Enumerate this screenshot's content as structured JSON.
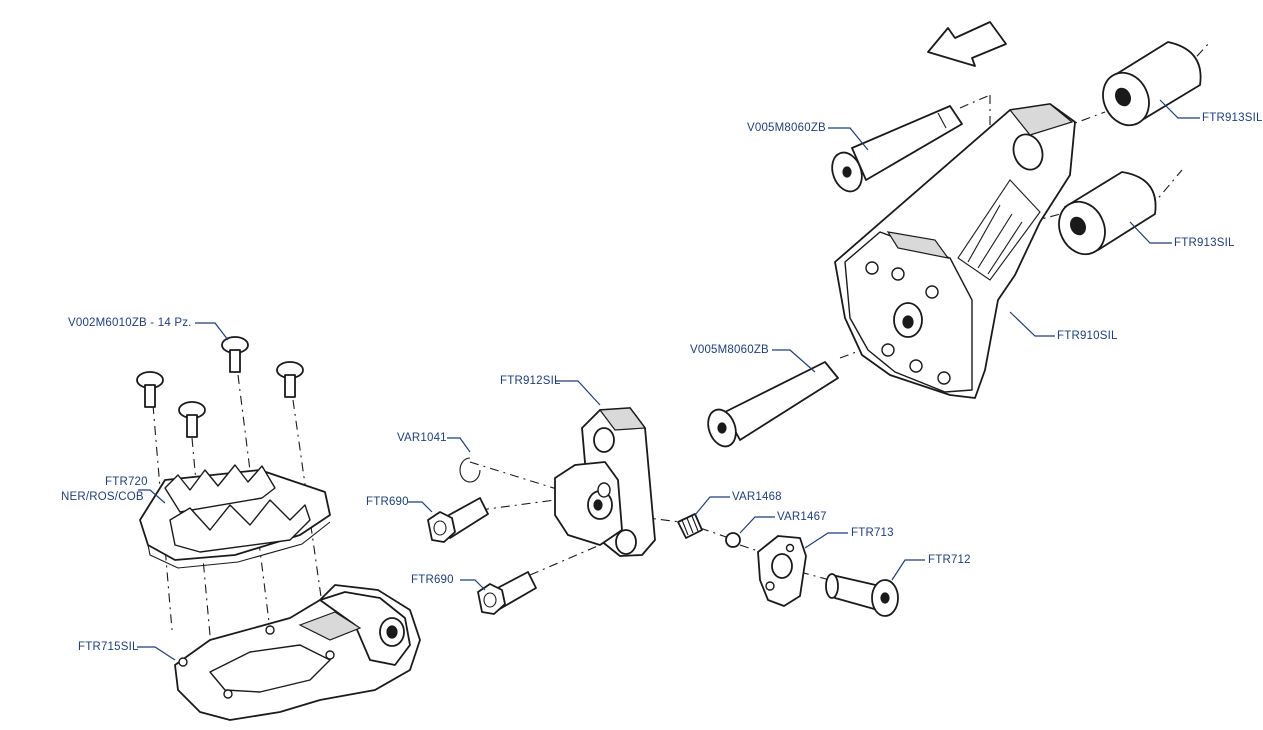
{
  "labels": {
    "bolt_top": "V005M8060ZB",
    "spacer_top": "FTR913SIL",
    "spacer_mid": "FTR913SIL",
    "plate": "FTR910SIL",
    "bolt_mid": "V005M8060ZB",
    "screws": "V002M6010ZB - 14 Pz.",
    "pivot_block": "FTR912SIL",
    "circlip": "VAR1041",
    "bolt_a": "FTR690",
    "bolt_b": "FTR690",
    "spring": "VAR1468",
    "ball": "VAR1467",
    "detent_plate": "FTR713",
    "pin": "FTR712",
    "peg_pad_line1": "FTR720",
    "peg_pad_line2": "NER/ROS/COB",
    "peg_body": "FTR715SIL"
  }
}
